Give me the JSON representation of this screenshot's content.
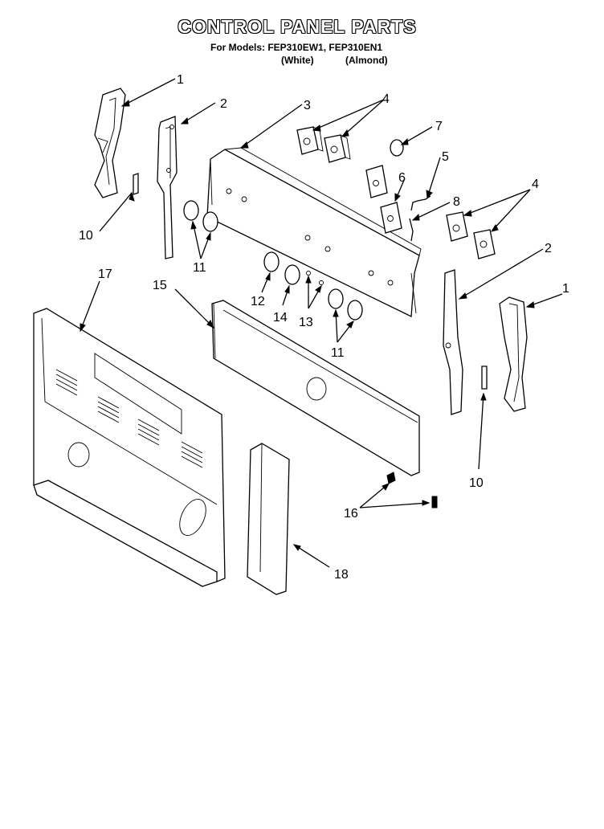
{
  "title": "CONTROL PANEL PARTS",
  "models_line": "For Models: FEP310EW1, FEP310EN1",
  "color_white": "(White)",
  "color_almond": "(Almond)",
  "callouts": [
    "1",
    "2",
    "3",
    "4",
    "7",
    "5",
    "6",
    "10",
    "11",
    "8",
    "4",
    "2",
    "17",
    "15",
    "1",
    "12",
    "14",
    "13",
    "11",
    "10",
    "16",
    "18"
  ]
}
